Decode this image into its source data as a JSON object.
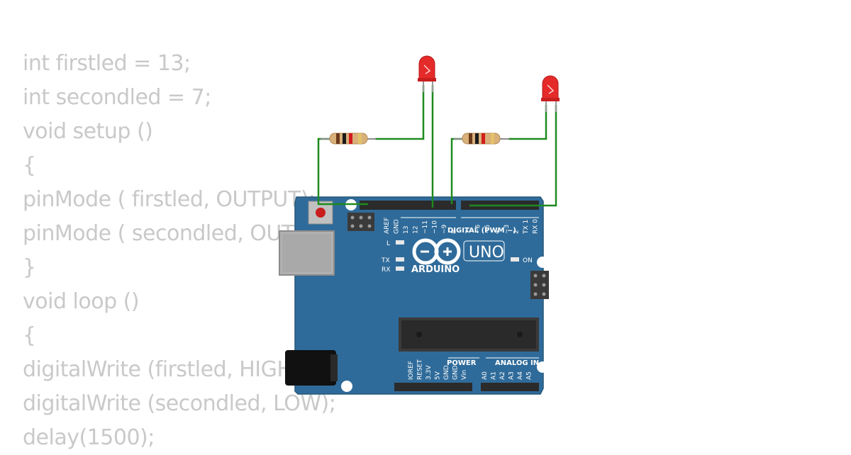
{
  "code": {
    "lines": [
      "int firstled = 13;",
      "int secondled = 7;",
      "void setup ()",
      "{",
      "pinMode ( firstled, OUTPUT);",
      "pinMode ( secondled, OUTPUT);",
      "}",
      "void loop ()",
      "{",
      "digitalWrite (firstled, HIGH);",
      "digitalWrite (secondled, LOW);",
      "delay(1500);"
    ]
  },
  "board": {
    "logo_text": "ARDUINO",
    "model": "UNO",
    "digital_label": "DIGITAL (PWM ~)",
    "power_label": "POWER",
    "analog_label": "ANALOG IN",
    "on_label": "ON",
    "l_label": "L",
    "tx_label": "TX",
    "rx_label": "RX",
    "digital_pins_left": [
      "AREF",
      "GND",
      "13",
      "12",
      "~11",
      "~10",
      "~9",
      "8"
    ],
    "digital_pins_right": [
      "7",
      "~6",
      "~5",
      "4",
      "~3",
      "2",
      "TX 1",
      "RX 0"
    ],
    "power_pins": [
      "IOREF",
      "RESET",
      "3.3V",
      "5V",
      "GND",
      "GND",
      "Vin"
    ],
    "analog_pins": [
      "A0",
      "A1",
      "A2",
      "A3",
      "A4",
      "A5"
    ]
  },
  "colors": {
    "board": "#2f6b9a",
    "wire": "#1f8a1f",
    "led": "#e52a2a",
    "code_text": "#c9c9c9"
  }
}
